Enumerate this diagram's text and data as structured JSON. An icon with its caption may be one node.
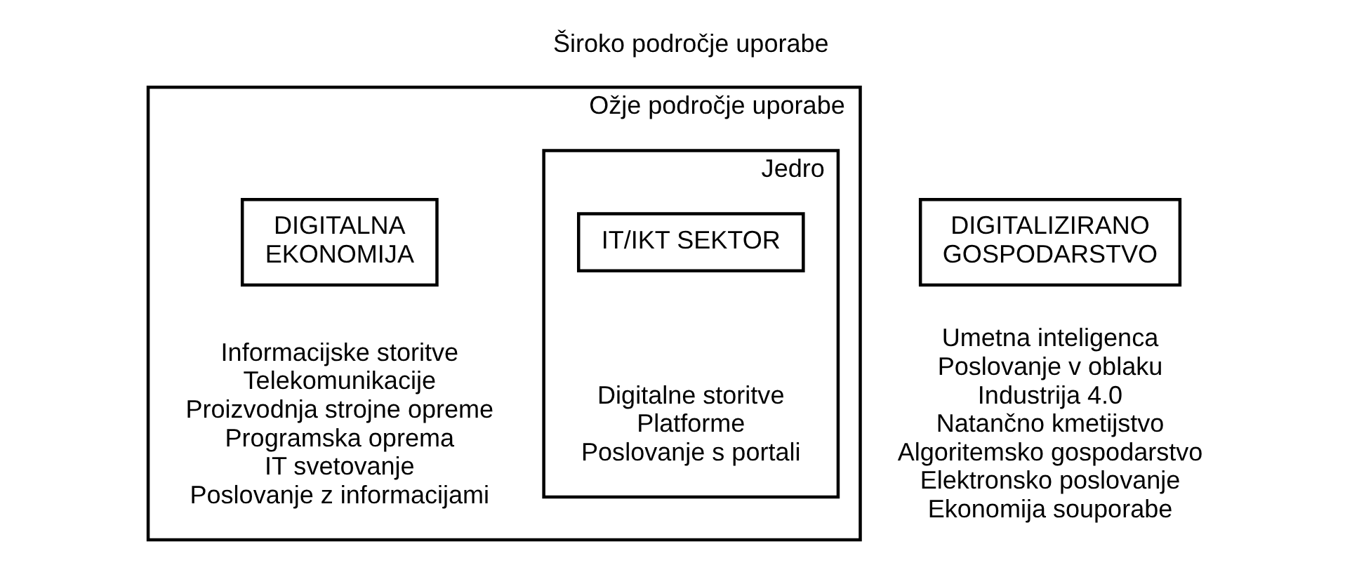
{
  "diagram": {
    "nodes": [
      {
        "text": [
          "Ožje področje uporabe"
        ]
      },
      {
        "text": [
          "Jedro"
        ],
        "in": 0
      },
      {
        "text": [
          "IT/IKT SEKTOR"
        ],
        "in": 1,
        "beside": [
          "Digitalne storitve",
          "Platforme",
          "Poslovanje s portali"
        ]
      },
      {
        "text": [
          "DIGITALNA EKONOMIJA"
        ],
        "in": 0,
        "beside": [
          "Informacijske storitve",
          "Telekomunikacije",
          "Proizvodnja strojne opreme",
          "Programska oprema",
          "IT svetovanje",
          "Poslovanje z informacijami"
        ]
      },
      {
        "text": [
          "DIGITALIZIRANO GOSPODARSTVO"
        ],
        "beside": [
          "Umetna inteligenca",
          "Poslovanje v oblaku",
          "Industrija 4.0",
          "Natančno kmetijstvo",
          "Algoritemsko gospodarstvo",
          "Elektronsko poslovanje",
          "Ekonomija souporabe"
        ]
      }
    ],
    "labels": [
      "Široko področje uporabe"
    ]
  }
}
